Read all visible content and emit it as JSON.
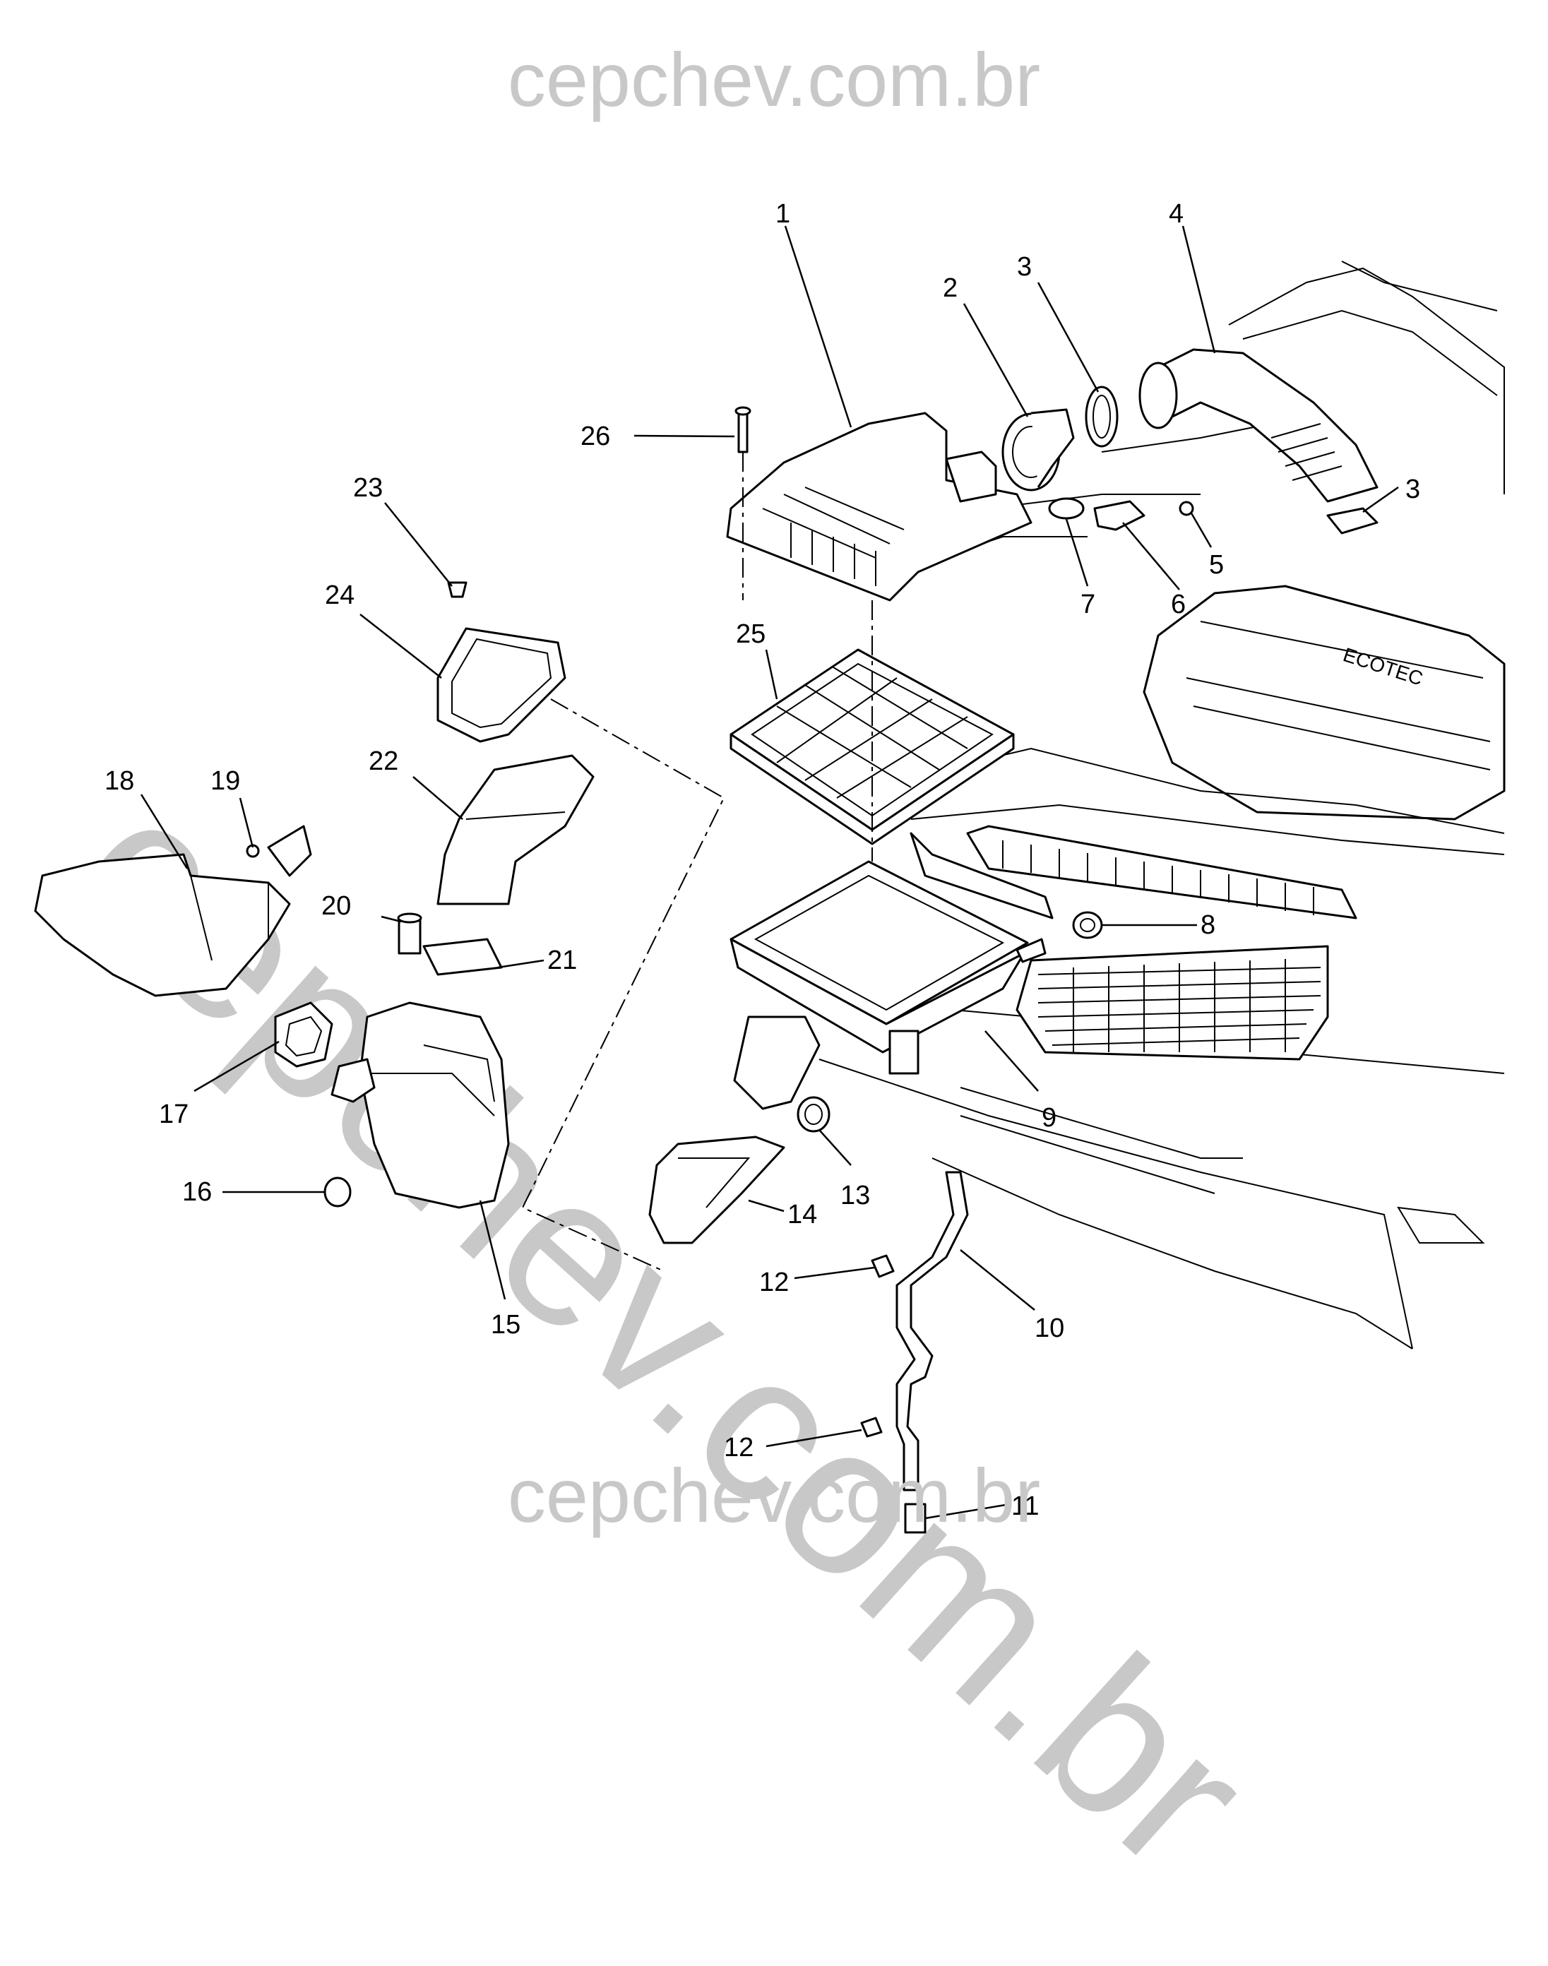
{
  "watermark": {
    "top": "cepchev.com.br",
    "diagonal": "cepchev.com.br",
    "bottom": "cepchev.com.br",
    "color": "#c8c8c8"
  },
  "callouts": [
    "1",
    "2",
    "3",
    "4",
    "3",
    "5",
    "7",
    "6",
    "26",
    "23",
    "24",
    "25",
    "22",
    "18",
    "19",
    "20",
    "21",
    "8",
    "17",
    "9",
    "16",
    "13",
    "14",
    "15",
    "12",
    "10",
    "12",
    "11"
  ],
  "engine_label": "ECOTEC"
}
